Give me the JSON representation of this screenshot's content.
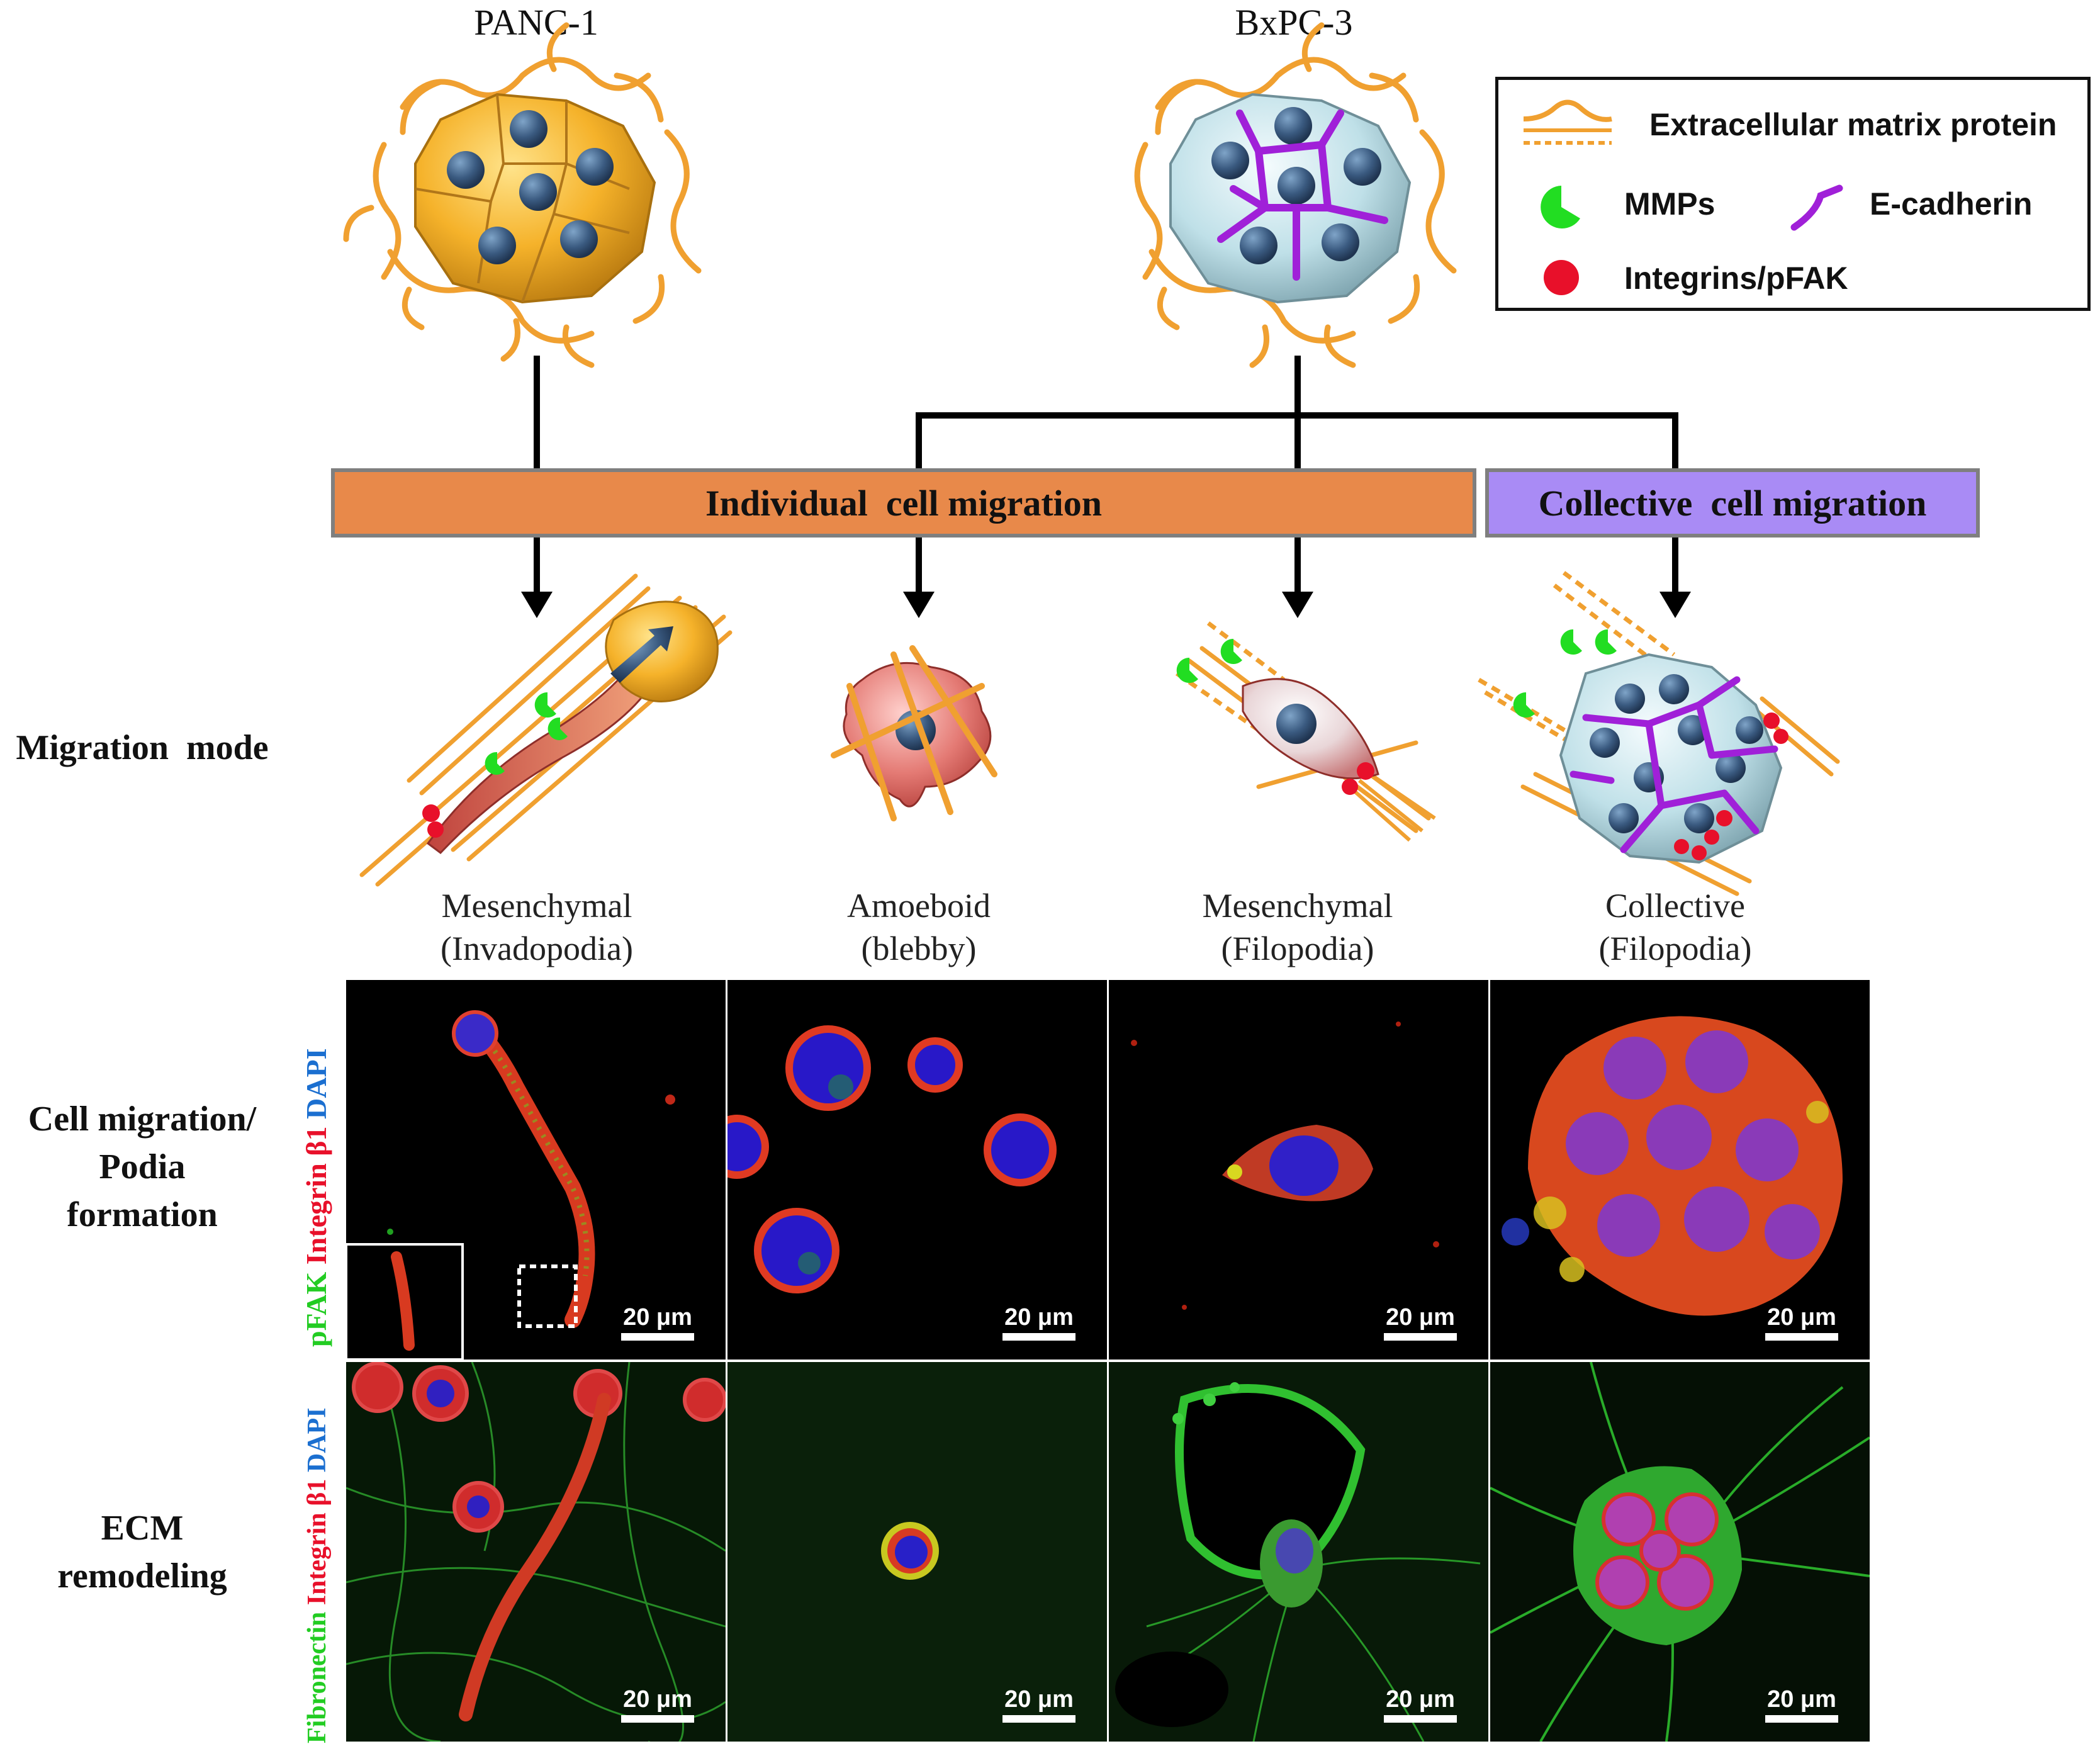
{
  "cell_lines": {
    "left": "PANC-1",
    "right": "BxPC-3"
  },
  "legend": {
    "ecm_label": "Extracellular matrix protein",
    "mmp_label": "MMPs",
    "ecad_label": "E-cadherin",
    "integrin_label": "Integrins/pFAK"
  },
  "bands": {
    "individual": "Individual  cell migration",
    "collective": "Collective  cell migration"
  },
  "row_labels": {
    "migration_mode": "Migration  mode",
    "podia": [
      "Cell migration/",
      "Podia",
      "formation"
    ],
    "ecm": [
      "ECM",
      "remodeling"
    ]
  },
  "modes": [
    {
      "line1": "Mesenchymal",
      "line2": "(Invadopodia)"
    },
    {
      "line1": "Amoeboid",
      "line2": "(blebby)"
    },
    {
      "line1": "Mesenchymal",
      "line2": "(Filopodia)"
    },
    {
      "line1": "Collective",
      "line2": "(Filopodia)"
    }
  ],
  "stain_row1": {
    "green": "pFAK",
    "red": "Integrin β1",
    "blue": "DAPI"
  },
  "stain_row2": {
    "green": "Fibronectin",
    "red": "Integrin β1",
    "blue": "DAPI"
  },
  "scale_bar": "20 μm",
  "colors": {
    "ecm_orange": "#F0A030",
    "individual_band": "#E8894A",
    "collective_band": "#A98BF5",
    "mmp_green": "#22DD22",
    "integrin_red": "#E8102A",
    "ecad_purple": "#A020D8",
    "panc_cell": "#F7B52E",
    "bxpc_cell": "#BFE0E8",
    "nucleus": "#3A5A80"
  }
}
